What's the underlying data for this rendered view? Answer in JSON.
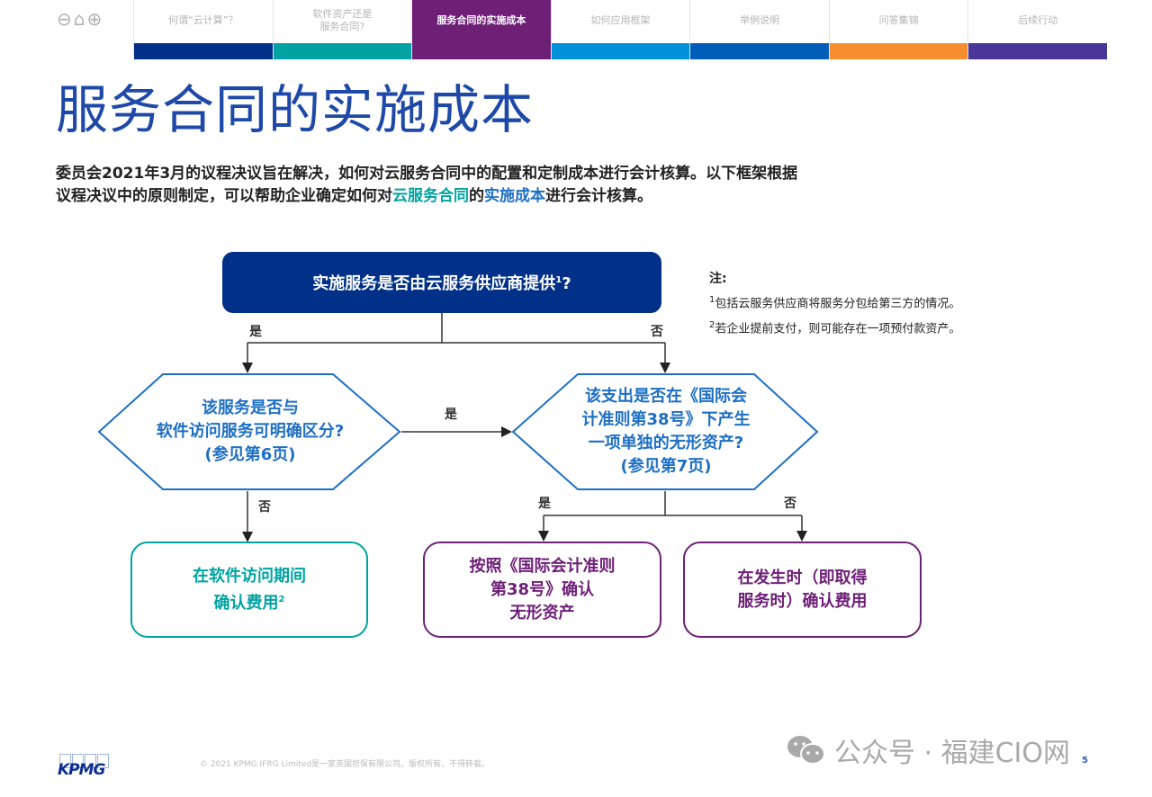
{
  "nav": {
    "icons": [
      "back-icon",
      "home-icon",
      "forward-icon"
    ],
    "tabs": [
      {
        "label": "何谓“云计算”？",
        "color": "#003087",
        "active": false
      },
      {
        "label": "软件资产还是服务合同?",
        "color": "#00a3a1",
        "active": false
      },
      {
        "label": "服务合同的实施成本",
        "color": "#6e2077",
        "active": true
      },
      {
        "label": "如何应用框架",
        "color": "#0091da",
        "active": false
      },
      {
        "label": "举例说明",
        "color": "#005eb8",
        "active": false
      },
      {
        "label": "问答集锦",
        "color": "#f68d2e",
        "active": false
      },
      {
        "label": "后续行动",
        "color": "#483698",
        "active": false
      }
    ]
  },
  "page": {
    "title": "服务合同的实施成本",
    "intro_line1": "委员会2021年3月的议程决议旨在解决，如何对云服务合同中的配置和定制成本进行会计核算。以下框架根据",
    "intro_line2_a": "议程决议中的原则制定，可以帮助企业确定如何对",
    "intro_line2_hl1": "云服务合同",
    "intro_line2_b": "的",
    "intro_line2_hl2": "实施成本",
    "intro_line2_c": "进行会计核算。"
  },
  "flowchart": {
    "start": {
      "text": "实施服务是否由云服务供应商提供",
      "sup": "1",
      "suffix": "?"
    },
    "yes": "是",
    "no": "否",
    "decision_left": {
      "line1": "该服务是否与",
      "line2": "软件访问服务可明确区分?",
      "line3": "(参见第6页)"
    },
    "decision_right": {
      "line1": "该支出是否在《国际会",
      "line2": "计准则第38号》下产生",
      "line3": "一项单独的无形资产?",
      "line4": "(参见第7页)"
    },
    "outcome_1": {
      "line1": "在软件访问期间",
      "line2": "确认费用",
      "sup": "2"
    },
    "outcome_2": {
      "line1": "按照《国际会计准则",
      "line2": "第38号》确认",
      "line3": "无形资产"
    },
    "outcome_3": {
      "line1": "在发生时（即取得",
      "line2": "服务时）确认费用"
    },
    "colors": {
      "start": "#003087",
      "decision": "#1e6fc4",
      "outcome_1": "#00a3a1",
      "outcome_2_3": "#6e2077"
    }
  },
  "notes": {
    "heading": "注:",
    "n1_num": "1",
    "n1": "包括云服务供应商将服务分包给第三方的情况。",
    "n2_num": "2",
    "n2": "若企业提前支付，则可能存在一项预付款资产。"
  },
  "footer": {
    "logo": "KPMG",
    "copyright": "© 2021 KPMG IFRG Limited是一家英国担保有限公司。版权所有，不得转载。",
    "page_number": "5",
    "watermark": "公众号 · 福建CIO网"
  }
}
